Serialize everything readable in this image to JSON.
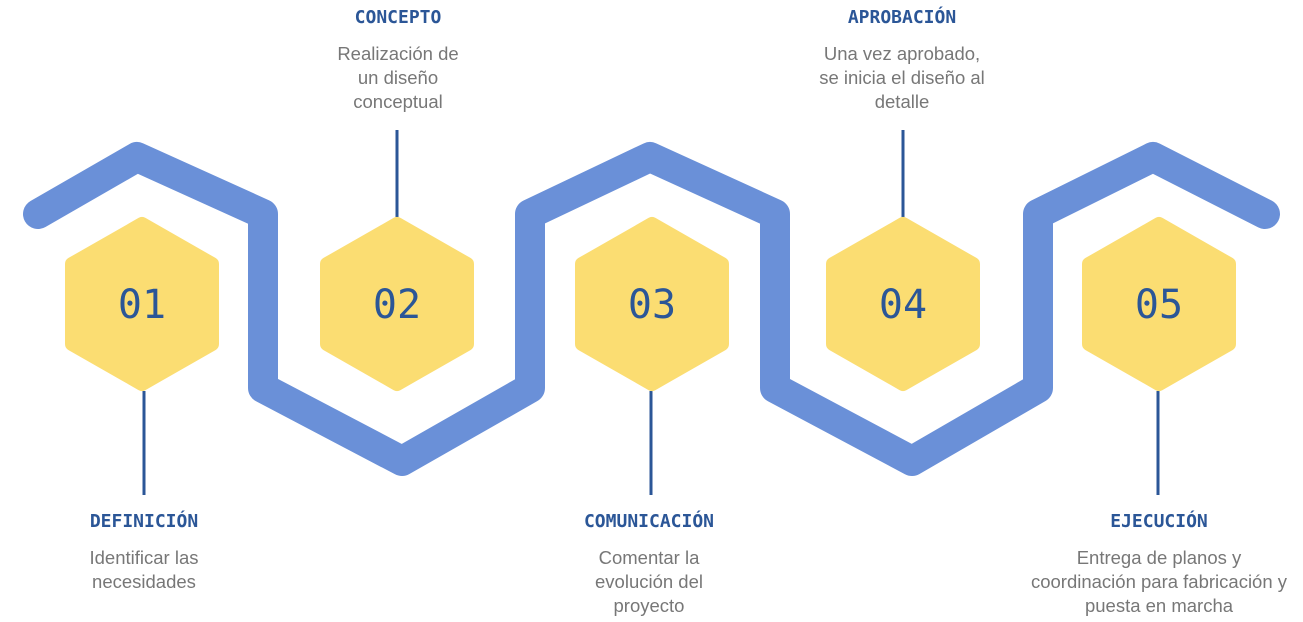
{
  "colors": {
    "hex_fill": "#fbdd72",
    "path_top": "#2f62ab",
    "path_bottom": "#6a90d8",
    "accent": "#2b5697",
    "text": "#777777"
  },
  "steps": [
    {
      "number": "01",
      "title": "DEFINICIÓN",
      "desc": [
        "Identificar las",
        "necesidades"
      ]
    },
    {
      "number": "02",
      "title": "CONCEPTO",
      "desc": [
        "Realización de",
        "un diseño",
        "conceptual"
      ]
    },
    {
      "number": "03",
      "title": "COMUNICACIÓN",
      "desc": [
        "Comentar la",
        "evolución del",
        "proyecto"
      ]
    },
    {
      "number": "04",
      "title": "APROBACIÓN",
      "desc": [
        "Una vez aprobado,",
        "se inicia el diseño al",
        "detalle"
      ]
    },
    {
      "number": "05",
      "title": "EJECUCIÓN",
      "desc": [
        "Entrega de planos y",
        "coordinación para fabricación y",
        "puesta en marcha"
      ]
    }
  ]
}
